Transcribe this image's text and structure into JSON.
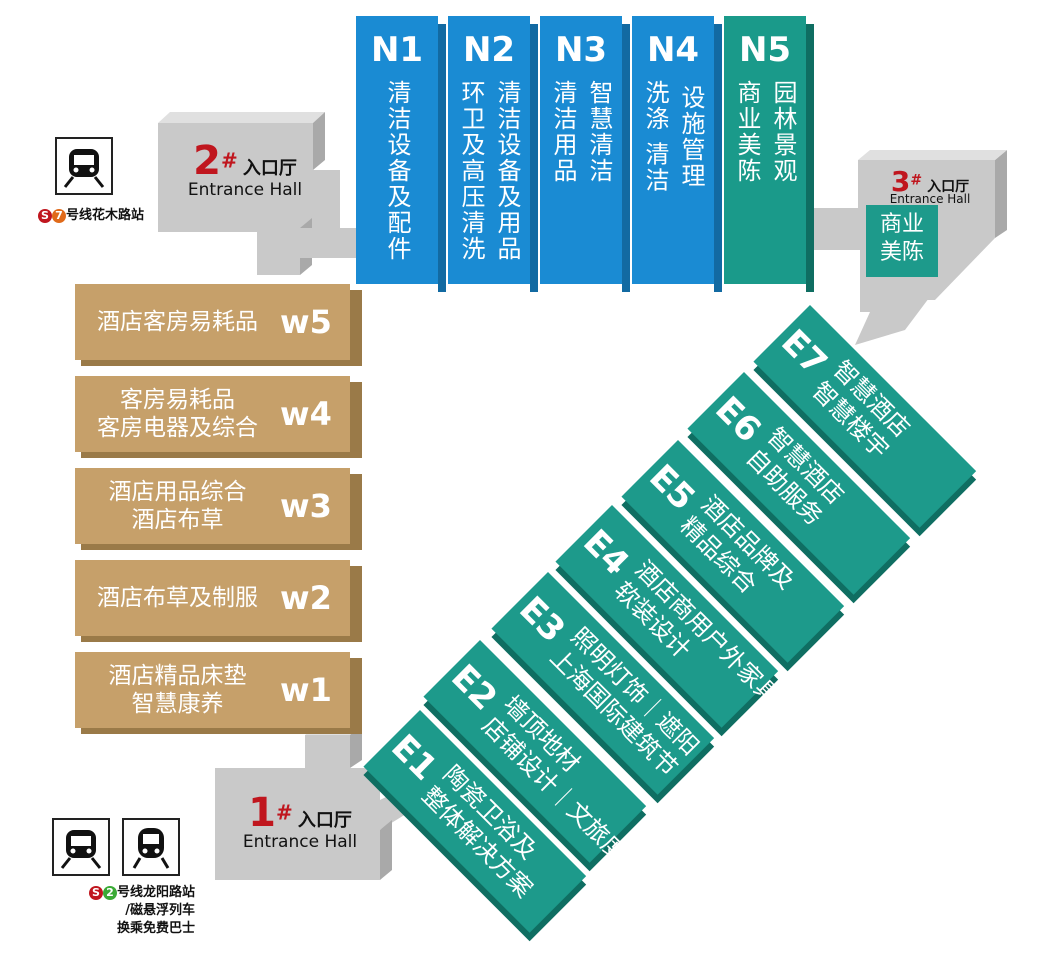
{
  "n_halls": [
    {
      "code": "N1",
      "cols": [
        [
          "清洁设备及配件"
        ]
      ],
      "color": "#1a8bd3"
    },
    {
      "code": "N2",
      "cols": [
        [
          "环卫及高压清洗"
        ],
        [
          "清洁设备及用品"
        ]
      ],
      "color": "#1a8bd3"
    },
    {
      "code": "N3",
      "cols": [
        [
          "清洁用品"
        ],
        [
          "智慧清洁"
        ]
      ],
      "color": "#1a8bd3"
    },
    {
      "code": "N4",
      "cols": [
        [
          "洗涤 清洁"
        ],
        [
          "设施管理"
        ]
      ],
      "color": "#1a8bd3"
    },
    {
      "code": "N5",
      "cols": [
        [
          "商业美陈"
        ],
        [
          "园林景观"
        ]
      ],
      "color": "#1a9a8a"
    }
  ],
  "w_halls": [
    {
      "code": "w5",
      "lines": [
        "酒店客房易耗品"
      ]
    },
    {
      "code": "w4",
      "lines": [
        "客房易耗品",
        "客房电器及综合"
      ]
    },
    {
      "code": "w3",
      "lines": [
        "酒店用品综合",
        "酒店布草"
      ]
    },
    {
      "code": "w2",
      "lines": [
        "酒店布草及制服"
      ]
    },
    {
      "code": "w1",
      "lines": [
        "酒店精品床垫",
        "智慧康养"
      ]
    }
  ],
  "e_halls": [
    {
      "code": "E1",
      "lines": [
        "陶瓷卫浴及",
        "整体解决方案"
      ]
    },
    {
      "code": "E2",
      "lines": [
        "墙顶地材",
        "店铺设计｜文旅度假"
      ]
    },
    {
      "code": "E3",
      "lines": [
        "照明灯饰｜遮阳",
        "上海国际建筑节"
      ]
    },
    {
      "code": "E4",
      "lines": [
        "酒店商用户外家具",
        "软装设计"
      ]
    },
    {
      "code": "E5",
      "lines": [
        "酒店品牌及",
        "精品综合"
      ]
    },
    {
      "code": "E6",
      "lines": [
        "智慧酒店",
        "自助服务"
      ]
    },
    {
      "code": "E7",
      "lines": [
        "智慧酒店",
        "智慧楼宇"
      ]
    }
  ],
  "entrances": {
    "e1": {
      "num": "1",
      "mark": "#",
      "cn": "入口厅",
      "en": "Entrance Hall"
    },
    "e2": {
      "num": "2",
      "mark": "#",
      "cn": "入口厅",
      "en": "Entrance Hall"
    },
    "e3": {
      "num": "3",
      "mark": "#",
      "cn": "入口厅",
      "en": "Entrance Hall",
      "label": "商业美陈"
    }
  },
  "metro": {
    "line7": {
      "line": "7",
      "text": "号线花木路站"
    },
    "line2": {
      "line": "2",
      "line_text": "号线龙阳路站",
      "sub1": "/磁悬浮列车",
      "sub2": "换乘免费巴士"
    }
  },
  "colors": {
    "blue": "#1a8bd3",
    "teal": "#1d9a8b",
    "tan": "#c6a06a",
    "gray": "#c9c9c9",
    "red": "#c0161e"
  }
}
